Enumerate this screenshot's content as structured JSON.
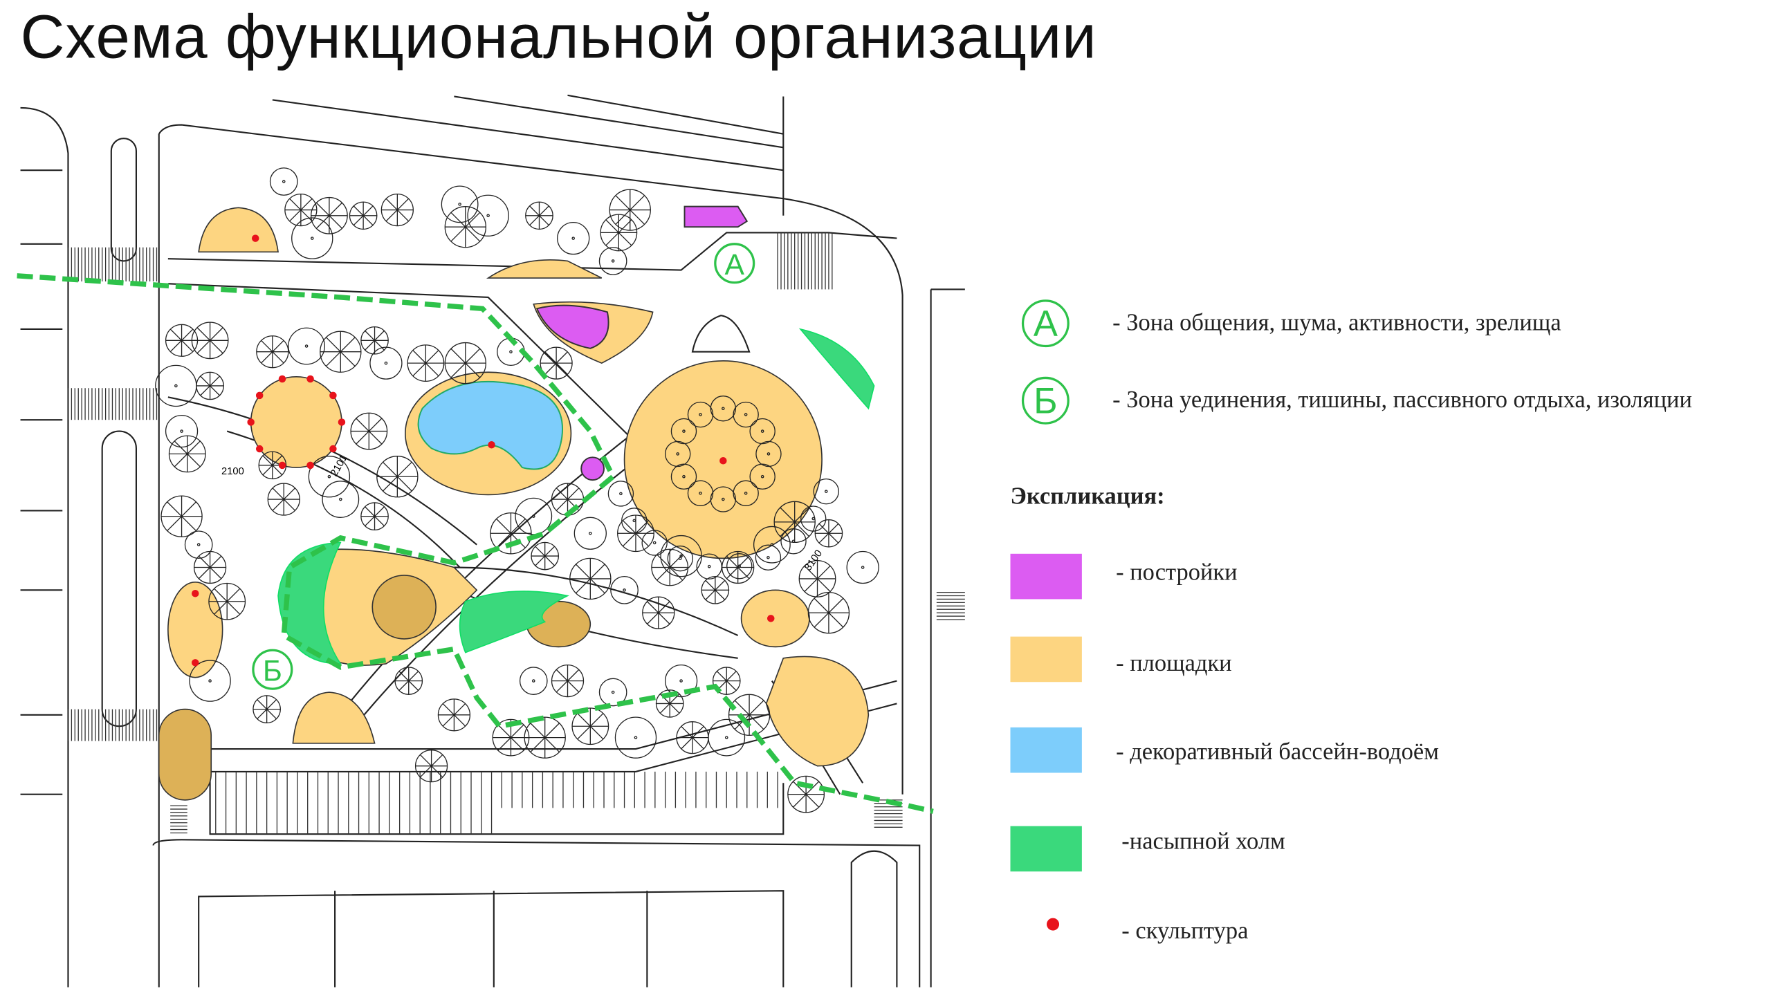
{
  "title": "Схема функциональной организации",
  "map": {
    "zone_a": "А",
    "zone_b": "Б",
    "dim_1": "2100",
    "dim_2": "2101",
    "dim_3": "3100"
  },
  "legend": {
    "zones": [
      {
        "mark": "А",
        "label": "- Зона общения, шума, активности, зрелища"
      },
      {
        "mark": "Б",
        "label": "- Зона уединения, тишины, пассивного отдыха, изоляции"
      }
    ],
    "heading": "Экспликация:",
    "items": [
      {
        "label": "- постройки",
        "color": "#dc5cf2"
      },
      {
        "label": "- площадки",
        "color": "#fdd581"
      },
      {
        "label": "- декоративный бассейн-водоём",
        "color": "#7dcdfb"
      },
      {
        "label": "-насыпной холм",
        "color": "#3ad97c"
      },
      {
        "label": "- скульптура",
        "color": "#e8131b"
      }
    ]
  }
}
